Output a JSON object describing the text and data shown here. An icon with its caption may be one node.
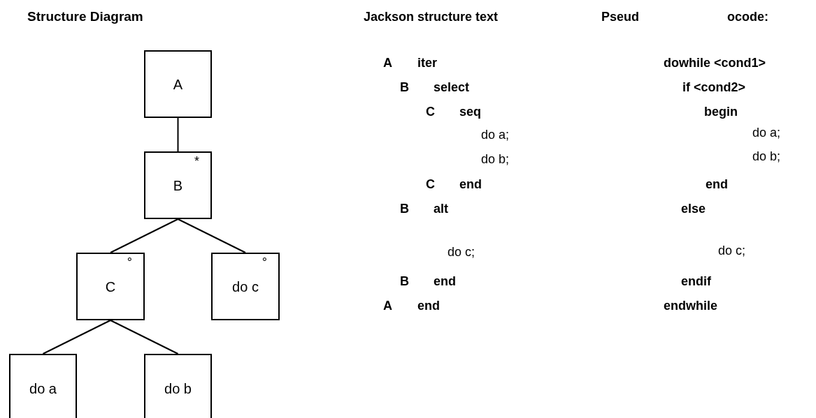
{
  "diagram": {
    "title": "Structure Diagram",
    "nodes": [
      {
        "text": [
          "A"
        ]
      },
      {
        "text": [
          "B",
          "*"
        ]
      },
      {
        "text": [
          "C",
          "°"
        ]
      },
      {
        "text": [
          "do c",
          "°"
        ]
      },
      {
        "text": [
          "do a"
        ]
      },
      {
        "text": [
          "do b"
        ]
      }
    ],
    "edges": [
      {
        "from": 0,
        "to": 1,
        "arrow": "none"
      },
      {
        "from": 1,
        "to": 2,
        "arrow": "none"
      },
      {
        "from": 1,
        "to": 3,
        "arrow": "none"
      },
      {
        "from": 2,
        "to": 4,
        "arrow": "none"
      },
      {
        "from": 2,
        "to": 5,
        "arrow": "none"
      }
    ],
    "labels": [
      "Jackson structure text",
      "Pseud",
      "ocode:",
      "A",
      "iter",
      "dowhile <cond1>",
      "B",
      "select",
      "if <cond2>",
      "C",
      "seq",
      "begin",
      "do a;",
      "do a;",
      "do b;",
      "do b;",
      "C",
      "end",
      "end",
      "B",
      "alt",
      "else",
      "do c;",
      "do c;",
      "B",
      "end",
      "endif",
      "A",
      "end",
      "endwhile"
    ]
  }
}
